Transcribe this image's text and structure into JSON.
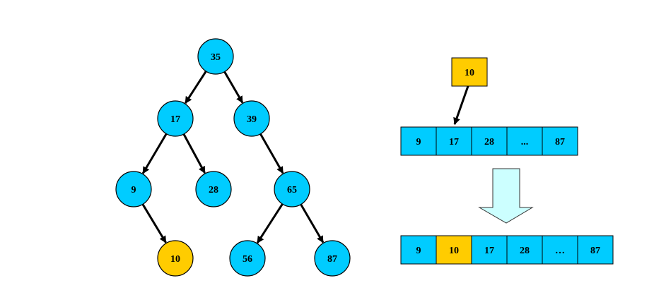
{
  "colors": {
    "node_fill": "#00ccff",
    "highlight_fill": "#ffcc00",
    "stroke": "#000000",
    "arrow_fill": "#ccffff"
  },
  "tree": {
    "nodes": [
      {
        "id": "n35",
        "label": "35",
        "highlight": false
      },
      {
        "id": "n17",
        "label": "17",
        "highlight": false
      },
      {
        "id": "n39",
        "label": "39",
        "highlight": false
      },
      {
        "id": "n9",
        "label": "9",
        "highlight": false
      },
      {
        "id": "n28",
        "label": "28",
        "highlight": false
      },
      {
        "id": "n65",
        "label": "65",
        "highlight": false
      },
      {
        "id": "n10",
        "label": "10",
        "highlight": true
      },
      {
        "id": "n56",
        "label": "56",
        "highlight": false
      },
      {
        "id": "n87",
        "label": "87",
        "highlight": false
      }
    ],
    "edges": [
      [
        "n35",
        "n17"
      ],
      [
        "n35",
        "n39"
      ],
      [
        "n17",
        "n9"
      ],
      [
        "n17",
        "n28"
      ],
      [
        "n39",
        "n65"
      ],
      [
        "n9",
        "n10"
      ],
      [
        "n65",
        "n56"
      ],
      [
        "n65",
        "n87"
      ]
    ]
  },
  "insert_box": {
    "label": "10"
  },
  "array_before": [
    {
      "label": "9",
      "highlight": false
    },
    {
      "label": "17",
      "highlight": false
    },
    {
      "label": "28",
      "highlight": false
    },
    {
      "label": "...",
      "highlight": false
    },
    {
      "label": "87",
      "highlight": false
    }
  ],
  "array_after": [
    {
      "label": "9",
      "highlight": false
    },
    {
      "label": "10",
      "highlight": true
    },
    {
      "label": "17",
      "highlight": false
    },
    {
      "label": "28",
      "highlight": false
    },
    {
      "label": "…",
      "highlight": false
    },
    {
      "label": "87",
      "highlight": false
    }
  ]
}
